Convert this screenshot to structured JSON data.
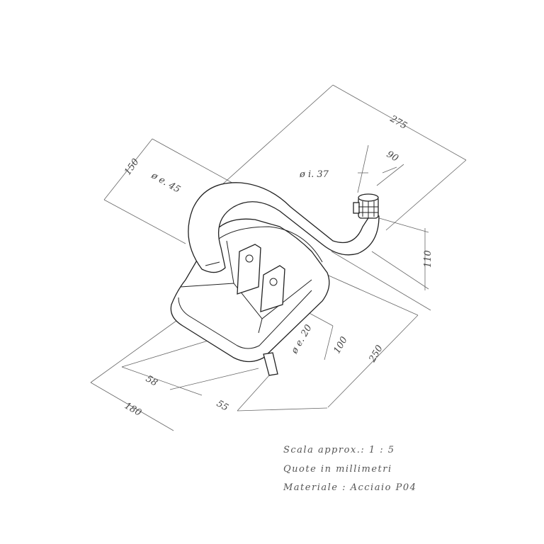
{
  "drawing": {
    "dimensions": {
      "overall_length": "275",
      "height_left": "150",
      "pipe_outer_diameter": "ø e. 45",
      "pipe_inner_diameter": "ø i. 37",
      "outlet_offset": "90",
      "outlet_height": "110",
      "spigot_diameter": "ø e. 20",
      "bracket_offset": "100",
      "body_length": "250",
      "bracket_spacing": "58",
      "body_width": "180",
      "spigot_offset": "55"
    },
    "notes": {
      "scale": "Scala approx.: 1 : 5",
      "units": "Quote in millimetri",
      "material": "Materiale : Acciaio P04"
    }
  }
}
